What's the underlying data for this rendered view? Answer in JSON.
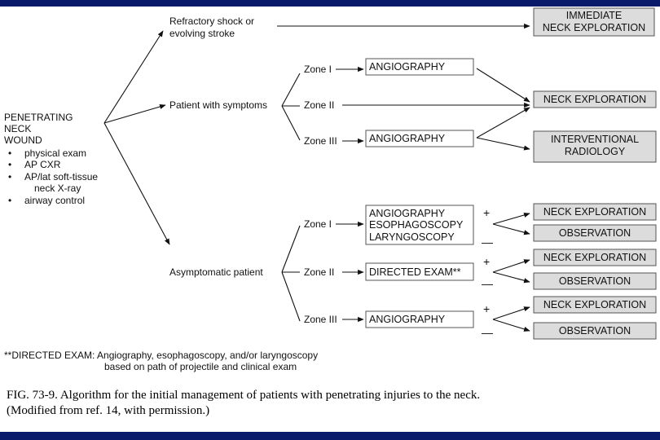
{
  "colors": {
    "band": "#0a1a6b",
    "box_grey": "#dcdcdc",
    "box_border": "#555555"
  },
  "start": {
    "title": [
      "PENETRATING",
      "NECK",
      "WOUND"
    ],
    "bullets": [
      "physical exam",
      "AP CXR",
      "AP/lat soft-tissue",
      "neck X-ray",
      "airway control"
    ]
  },
  "branches": {
    "shock": [
      "Refractory shock or",
      "evolving stroke"
    ],
    "symptomatic": "Patient with symptoms",
    "asymptomatic": "Asymptomatic patient"
  },
  "zones": {
    "zone1": "Zone I",
    "zone2": "Zone II",
    "zone3": "Zone III"
  },
  "boxes": {
    "immediate": [
      "IMMEDIATE",
      "NECK EXPLORATION"
    ],
    "angiography": "ANGIOGRAPHY",
    "neck_exploration": "NECK EXPLORATION",
    "interventional": [
      "INTERVENTIONAL",
      "RADIOLOGY"
    ],
    "angio_esoph_laryng": [
      "ANGIOGRAPHY",
      "ESOPHAGOSCOPY",
      "LARYNGOSCOPY"
    ],
    "directed_exam": "DIRECTED EXAM**",
    "observation": "OBSERVATION"
  },
  "signs": {
    "plus": "+",
    "minus": "—"
  },
  "footnote": [
    "**DIRECTED EXAM:  Angiography, esophagoscopy, and/or laryngoscopy",
    "based on path of projectile and clinical exam"
  ],
  "caption": [
    "FIG. 73-9. Algorithm for the initial management of patients with penetrating injuries to the neck.",
    "(Modified from ref. 14, with permission.)"
  ]
}
